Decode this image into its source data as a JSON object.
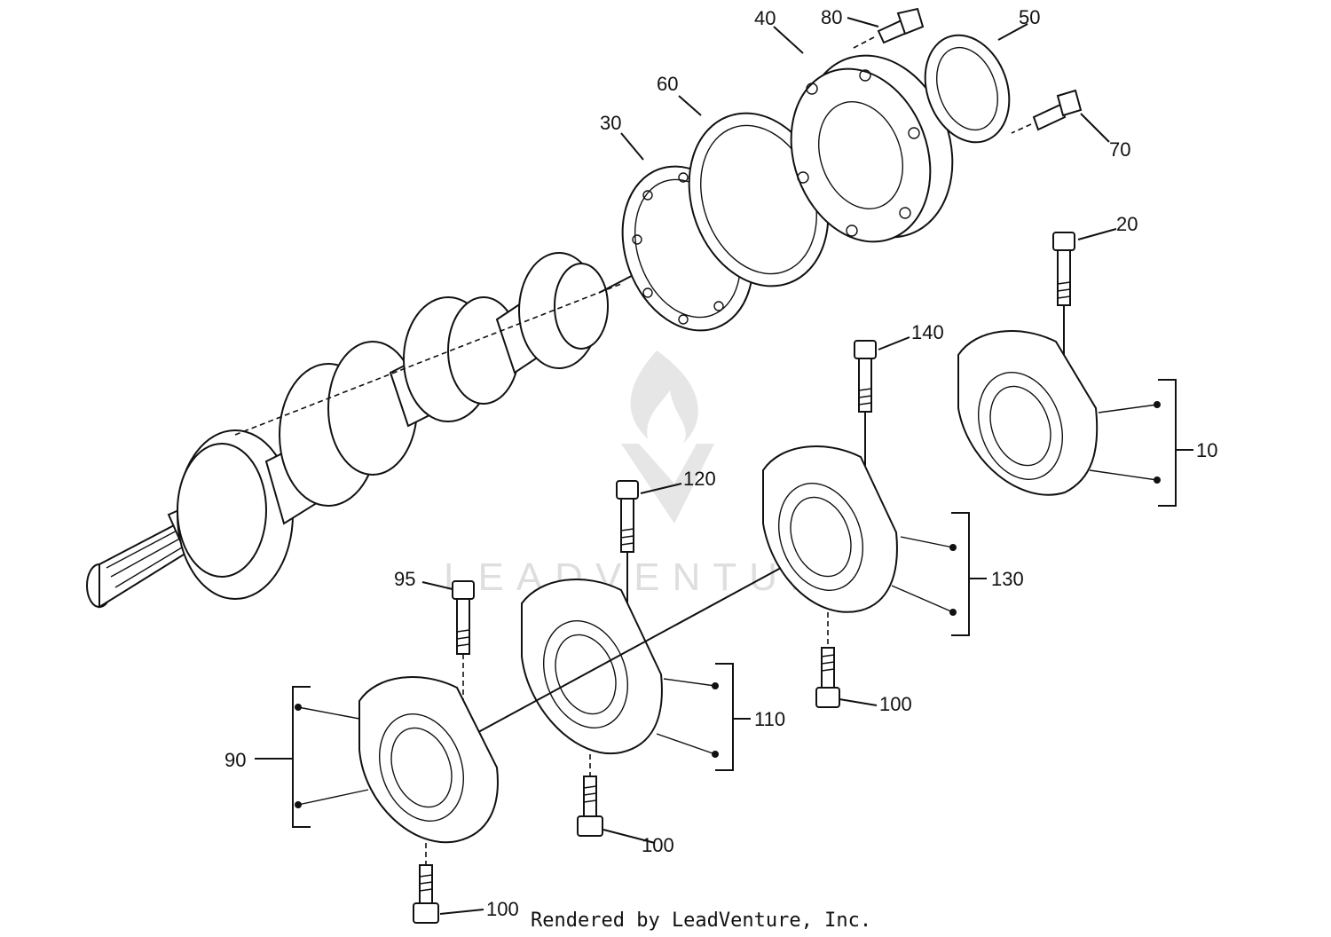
{
  "diagram": {
    "callouts": {
      "c10": "10",
      "c20": "20",
      "c30": "30",
      "c40": "40",
      "c50": "50",
      "c60": "60",
      "c70": "70",
      "c80": "80",
      "c90": "90",
      "c95": "95",
      "c100a": "100",
      "c100b": "100",
      "c100c": "100",
      "c110": "110",
      "c120": "120",
      "c130": "130",
      "c140": "140"
    },
    "watermark": "LEADVENTURE",
    "footer": "Rendered by LeadVenture, Inc.",
    "colors": {
      "line": "#111111",
      "watermark": "#dedede",
      "background": "#ffffff"
    }
  }
}
